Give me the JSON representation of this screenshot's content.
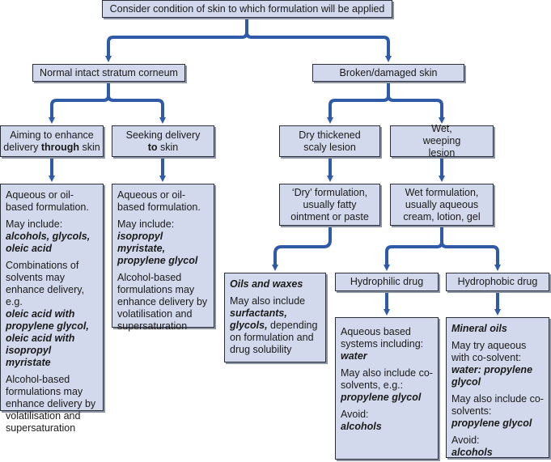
{
  "colors": {
    "connector": "#2f5aa8",
    "box_fill": "#d3d9ec",
    "box_border": "#2b2f3a"
  },
  "root": "Consider condition of skin to which formulation will be applied",
  "level1": {
    "normal": "Normal intact stratum corneum",
    "broken": "Broken/damaged skin"
  },
  "level2": {
    "through": {
      "pre": "Aiming to enhance delivery ",
      "bold": "through",
      "post": " skin"
    },
    "to": {
      "pre": "Seeking delivery ",
      "bold": "to",
      "post": " skin"
    },
    "dry": "Dry thickened scaly lesion",
    "wet": "Wet, weeping lesion"
  },
  "through_box": {
    "p1": "Aqueous or oil-based formulation.",
    "p2_label": "May include:",
    "p2_items": "alcohols, glycols, oleic acid",
    "p3_label": "Combinations of solvents may enhance delivery, e.g.",
    "p3_items": "oleic acid with propylene glycol, oleic acid with isopropyl myristate",
    "p4": "Alcohol-based formulations may enhance delivery by volatilisation and supersaturation"
  },
  "to_box": {
    "p1": "Aqueous or oil-based formulation.",
    "p2_label": "May include:",
    "p2_items": "isopropyl myristate, propylene glycol",
    "p3": "Alcohol-based formulations may enhance delivery by volatilisation and supersaturation"
  },
  "dry_formulation": "‘Dry’ formulation, usually fatty ointment or paste",
  "wet_formulation": "Wet formulation, usually aqueous cream, lotion, gel",
  "oils_box": {
    "title": "Oils and waxes",
    "label": "May also include",
    "items": "surfactants, glycols,",
    "post": " depending on formulation and drug solubility"
  },
  "hydrophilic": "Hydrophilic drug",
  "hydrophobic": "Hydrophobic drug",
  "hydrophilic_box": {
    "p1_label": "Aqueous based systems including:",
    "p1_items": "water",
    "p2_label": "May also include co-solvents, e.g.:",
    "p2_items": "propylene glycol",
    "p3_label": "Avoid:",
    "p3_items": "alcohols"
  },
  "hydrophobic_box": {
    "title": "Mineral oils",
    "p1_label": "May try aqueous with co-solvent:",
    "p1_items": "water: propylene glycol",
    "p2_label": "May also include co-solvents:",
    "p2_items": "propylene glycol",
    "p3_label": "Avoid:",
    "p3_items": "alcohols"
  }
}
